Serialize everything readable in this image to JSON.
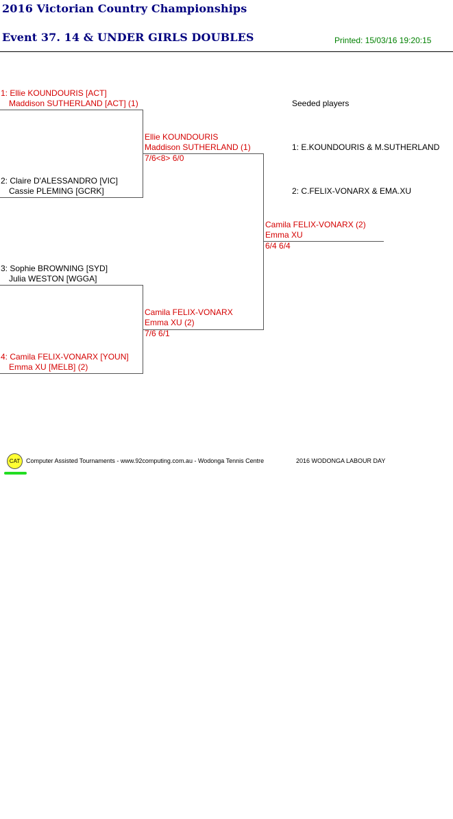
{
  "header": {
    "championship": "2016 Victorian Country Championships",
    "event": "Event 37. 14 & UNDER GIRLS DOUBLES",
    "printed": "Printed: 15/03/16 19:20:15"
  },
  "round1": [
    {
      "line1": "1: Ellie KOUNDOURIS [ACT]",
      "line2": "Maddison SUTHERLAND [ACT] (1)"
    },
    {
      "line1": "2: Claire D'ALESSANDRO [VIC]",
      "line2": "Cassie PLEMING [GCRK]"
    },
    {
      "line1": "3: Sophie BROWNING [SYD]",
      "line2": "Julia WESTON [WGGA]"
    },
    {
      "line1": "4: Camila FELIX-VONARX [YOUN]",
      "line2": "Emma XU [MELB] (2)"
    }
  ],
  "round2": [
    {
      "line1": "Ellie KOUNDOURIS",
      "line2": "Maddison SUTHERLAND (1)",
      "score": "7/6<8> 6/0"
    },
    {
      "line1": "Camila FELIX-VONARX",
      "line2": "Emma XU (2)",
      "score": "7/6 6/1"
    }
  ],
  "final": {
    "line1": "Camila FELIX-VONARX (2)",
    "line2": "Emma XU",
    "score": "6/4 6/4"
  },
  "seeds": {
    "heading": "Seeded players",
    "items": [
      "1: E.KOUNDOURIS & M.SUTHERLAND",
      "2: C.FELIX-VONARX & EMA.XU"
    ]
  },
  "footer": {
    "logo": "CAT",
    "credit": "Computer Assisted Tournaments - www.92computing.com.au -  Wodonga Tennis Centre",
    "event_name": "2016 WODONGA LABOUR DAY"
  },
  "colors": {
    "title": "#00007f",
    "printed": "#008000",
    "winner": "#d40000",
    "logo": "#ffff33"
  }
}
